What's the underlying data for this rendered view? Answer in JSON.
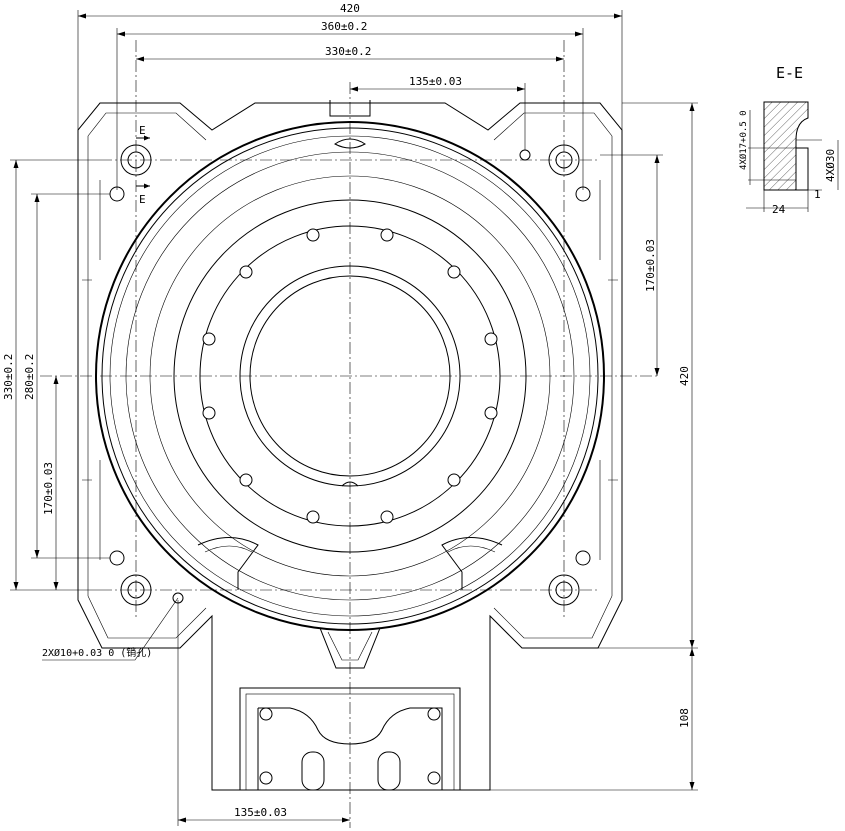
{
  "drawing": {
    "section_title": "E-E",
    "section_marker": "E",
    "dims": {
      "overall_width": "420",
      "width_360": "360±0.2",
      "width_330": "330±0.2",
      "offset_135_top": "135±0.03",
      "offset_135_bottom": "135±0.03",
      "height_330": "330±0.2",
      "height_280": "280±0.2",
      "height_170_left": "170±0.03",
      "height_170_right": "170±0.03",
      "overall_height": "420",
      "base_height": "108",
      "pin_holes": "2XØ10+0.03 0 (销孔)",
      "counterbore": "4XØ17+0.5 0",
      "hole_30": "4XØ30",
      "depth_24": "24",
      "depth_1": "1"
    }
  }
}
